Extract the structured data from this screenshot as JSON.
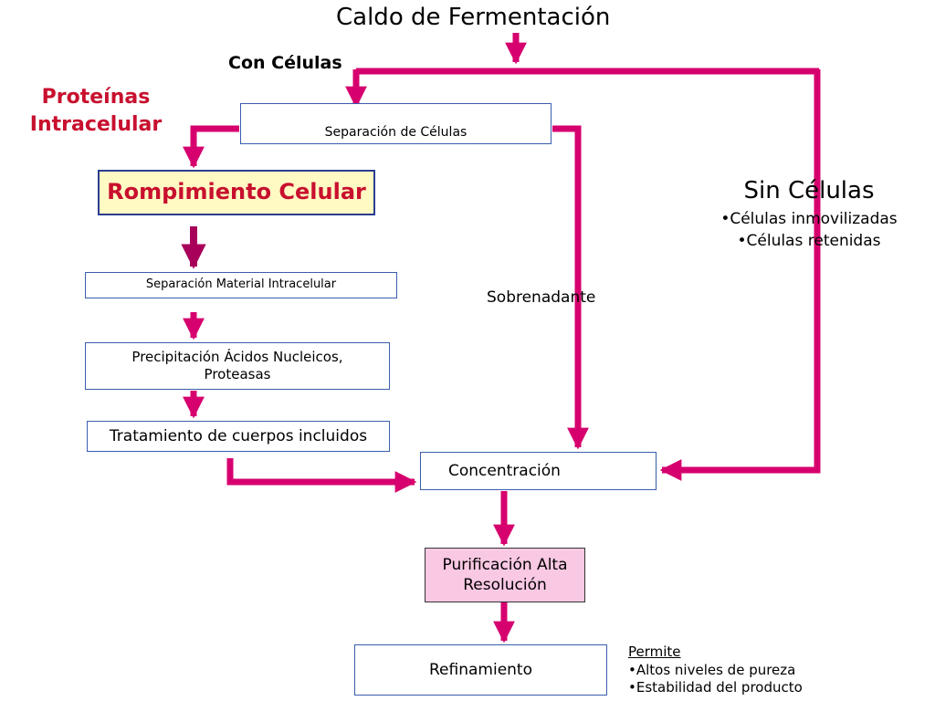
{
  "title": "Caldo de Fermentación",
  "branch_with_cells": "Con Células",
  "intracellular": {
    "line1": "Proteínas",
    "line2": "Intracelular"
  },
  "separation_cells": "Separación de Células",
  "cell_rupture": "Rompimiento Celular",
  "separation_intracellular": "Separación Material Intracelular",
  "precipitation": {
    "line1": "Precipitación  Ácidos Nucleicos,",
    "line2": "Proteasas"
  },
  "inclusion_bodies": "Tratamiento de cuerpos incluidos",
  "without_cells": {
    "title": "Sin Células",
    "items": [
      "•Células inmovilizadas",
      "•Células retenidas"
    ]
  },
  "supernatant": "Sobrenadante",
  "concentration": "Concentración",
  "purification": {
    "line1": "Purificación Alta",
    "line2": "Resolución"
  },
  "refining": "Refinamiento",
  "permits": {
    "heading": "Permite",
    "items": [
      "•Altos niveles de pureza",
      "•Estabilidad del producto"
    ]
  },
  "colors": {
    "arrow": "#d6006e",
    "rupture_arrow": "#a8005a",
    "box_border": "#3a5dae",
    "rupture_fill": "#fff9c4",
    "rupture_text": "#c8102e",
    "purification_fill": "#f9c8e3",
    "purification_border": "#333333",
    "heading_red": "#c8102e"
  }
}
